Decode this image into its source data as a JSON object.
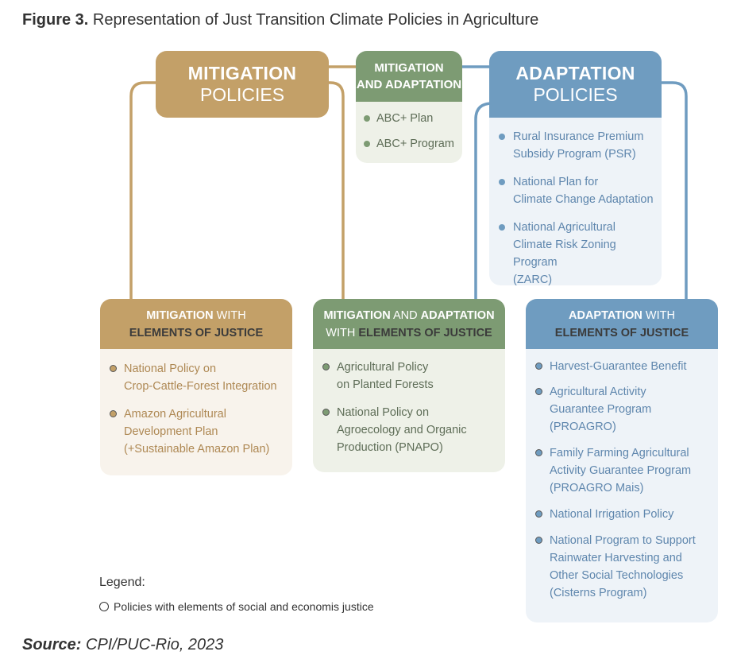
{
  "figure": {
    "label": "Figure 3.",
    "title": "Representation of Just Transition Climate Policies in Agriculture"
  },
  "mitigation_policies": {
    "line1": "MITIGATION",
    "line2": "POLICIES"
  },
  "mitigation_and_adaptation": {
    "line1": "MITIGATION",
    "line2": "AND ADAPTATION",
    "items": [
      "ABC+ Plan",
      "ABC+ Program"
    ]
  },
  "adaptation_policies": {
    "line1": "ADAPTATION",
    "line2": "POLICIES",
    "items": [
      [
        "Rural Insurance Premium",
        "Subsidy Program (PSR)"
      ],
      [
        "National Plan for",
        "Climate Change Adaptation"
      ],
      [
        "National Agricultural",
        "Climate Risk Zoning Program",
        "(ZARC)"
      ]
    ]
  },
  "mitigation_justice": {
    "h1a": "MITIGATION",
    "h1b": " WITH",
    "h2": "ELEMENTS OF JUSTICE",
    "items": [
      [
        "National Policy on",
        "Crop-Cattle-Forest Integration"
      ],
      [
        "Amazon Agricultural",
        "Development Plan",
        "(+Sustainable Amazon Plan)"
      ]
    ]
  },
  "mit_adapt_justice": {
    "h1a": "MITIGATION",
    "h1b": " AND ",
    "h1c": "ADAPTATION",
    "h2a": "WITH ",
    "h2b": "ELEMENTS OF JUSTICE",
    "items": [
      [
        "Agricultural Policy",
        "on Planted Forests"
      ],
      [
        "National Policy on",
        "Agroecology and Organic",
        "Production (PNAPO)"
      ]
    ]
  },
  "adaptation_justice": {
    "h1a": "ADAPTATION",
    "h1b": " WITH",
    "h2": "ELEMENTS OF JUSTICE",
    "items": [
      [
        "Harvest-Guarantee Benefit"
      ],
      [
        "Agricultural Activity",
        "Guarantee Program",
        "(PROAGRO)"
      ],
      [
        "Family Farming Agricultural",
        "Activity Guarantee Program",
        "(PROAGRO Mais)"
      ],
      [
        "National Irrigation Policy"
      ],
      [
        "National Program to Support",
        "Rainwater Harvesting and",
        "Other Social Technologies",
        "(Cisterns Program)"
      ]
    ]
  },
  "legend": {
    "title": "Legend:",
    "item": "Policies with elements of social and economis justice"
  },
  "source": {
    "label": "Source:",
    "text": " CPI/PUC-Rio, 2023"
  },
  "colors": {
    "mitigation": "#c3a068",
    "mitigation_and_adaptation": "#7d9b73",
    "adaptation": "#6f9cc0"
  }
}
